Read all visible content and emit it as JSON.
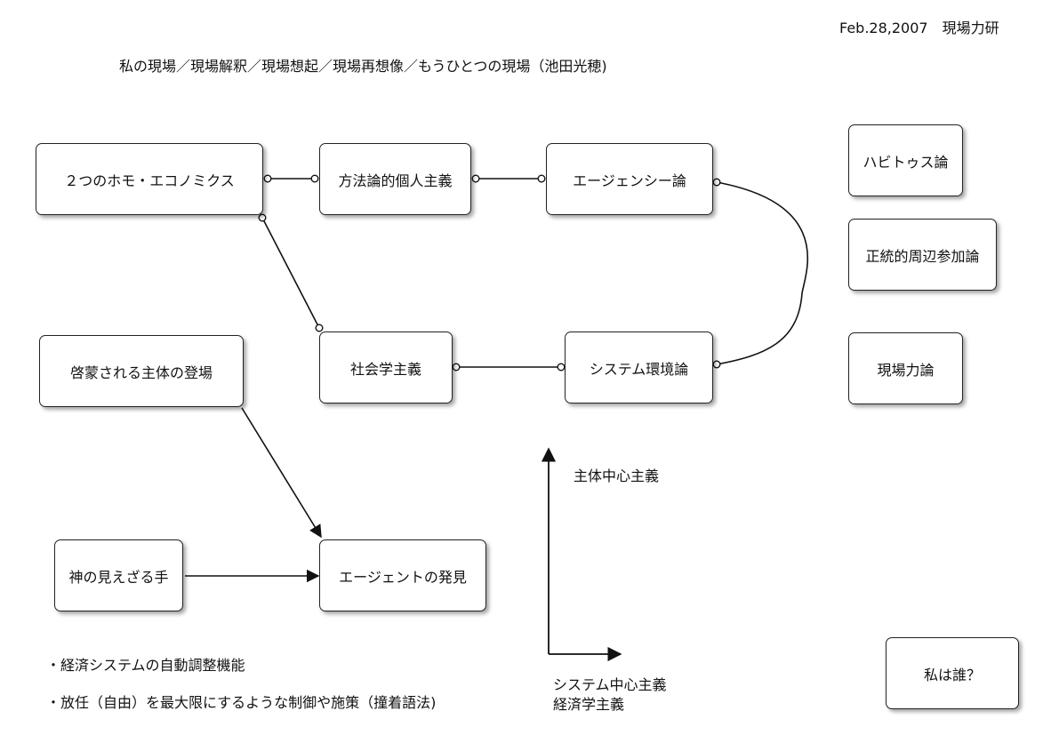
{
  "header": {
    "date_lab": "Feb.28,2007　現場力研",
    "subtitle": "私の現場／現場解釈／現場想起／現場再想像／もうひとつの現場（池田光穂)"
  },
  "nodes": {
    "homo_economicus": "２つのホモ・エコノミクス",
    "methodological_individualism": "方法論的個人主義",
    "agency_theory": "エージェンシー論",
    "habitus_theory": "ハビトゥス論",
    "legitimate_peripheral": "正統的周辺参加論",
    "genba_ryoku": "現場力論",
    "enlightened_subject": "啓蒙される主体の登場",
    "sociologism": "社会学主義",
    "system_environment": "システム環境論",
    "invisible_hand": "神の見えざる手",
    "agent_discovery": "エージェントの発見",
    "who_am_i": "私は誰？"
  },
  "axes": {
    "vertical_label": "主体中心主義",
    "horizontal_label_1": "システム中心主義",
    "horizontal_label_2": "経済学主義"
  },
  "bullets": [
    "・経済システムの自動調整機能",
    "・放任（自由）を最大限にするような制御や施策（撞着語法)"
  ]
}
